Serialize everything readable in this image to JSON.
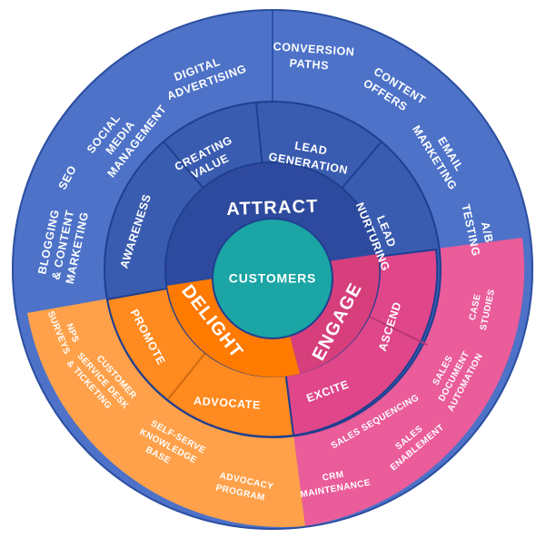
{
  "colors": {
    "outer_blue": "#4d72c8",
    "outer_blue_stroke": "#3a5aa8",
    "middle_blue": "#3a5cb0",
    "inner_blue": "#2e4a9e",
    "outer_orange": "#ffa14a",
    "middle_orange": "#ff8a1f",
    "inner_orange": "#ff7a00",
    "outer_pink": "#ea5c9a",
    "middle_pink": "#e0468a",
    "inner_pink": "#d63f7c",
    "center_teal": "#1ba5a5",
    "divider": "#1f3f8f"
  },
  "center": {
    "label": "CUSTOMERS"
  },
  "inner_ring": {
    "attract": "ATTRACT",
    "engage": "ENGAGE",
    "delight": "DELIGHT"
  },
  "middle_ring": {
    "awareness": "AWARENESS",
    "creating_value": [
      "CREATING",
      "VALUE"
    ],
    "lead_generation": [
      "LEAD",
      "GENERATION"
    ],
    "lead_nurturing": [
      "LEAD",
      "NURTURING"
    ],
    "ascend": "ASCEND",
    "excite": "EXCITE",
    "advocate": "ADVOCATE",
    "promote": "PROMOTE"
  },
  "outer_ring": {
    "blogging": [
      "BLOGGING",
      "& CONTENT",
      "MARKETING"
    ],
    "seo": "SEO",
    "social_media": [
      "SOCIAL",
      "MEDIA",
      "MANAGEMENT"
    ],
    "digital_advertising": [
      "DIGITAL",
      "ADVERTISING"
    ],
    "conversion_paths": [
      "CONVERSION",
      "PATHS"
    ],
    "content_offers": [
      "CONTENT",
      "OFFERS"
    ],
    "email_marketing": [
      "EMAIL",
      "MARKETING"
    ],
    "ab_testing": [
      "A/B",
      "TESTING"
    ],
    "case_studies": [
      "CASE",
      "STUDIES"
    ],
    "sales_doc_automation": [
      "SALES",
      "DOCUMENT",
      "AUTOMATION"
    ],
    "sales_sequencing": "SALES SEQUENCING",
    "sales_enablement": [
      "SALES",
      "ENABLEMENT"
    ],
    "crm_maintenance": [
      "CRM",
      "MAINTENANCE"
    ],
    "advocacy_program": [
      "ADVOCACY",
      "PROGRAM"
    ],
    "knowledge_base": [
      "SELF-SERVE",
      "KNOWLEDGE",
      "BASE"
    ],
    "customer_service": [
      "CUSTOMER",
      "SERVICE DESK",
      "& TICKETING"
    ],
    "nps_surveys": [
      "NPS",
      "SURVEYS"
    ]
  }
}
